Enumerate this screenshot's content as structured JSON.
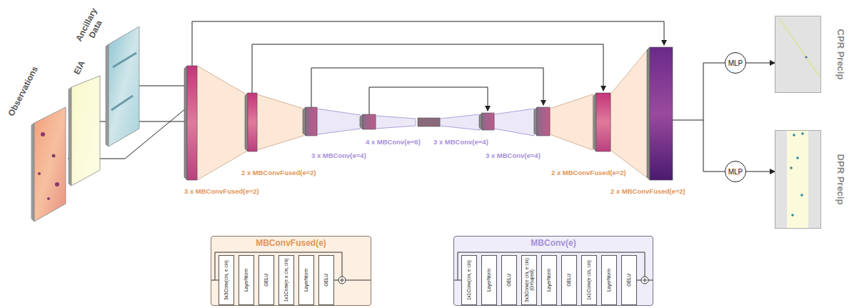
{
  "diagram": {
    "nodes": [
      {
        "text": [
          "Observations"
        ]
      },
      {
        "text": [
          "EIA"
        ]
      },
      {
        "text": [
          "Ancillary Data"
        ]
      },
      {
        "text": [
          "MLP"
        ]
      },
      {
        "text": [
          "CPR Precip"
        ]
      },
      {
        "text": [
          "MLP"
        ]
      },
      {
        "text": [
          "DPR Precip"
        ]
      },
      {
        "text": [
          "MBConvFused(e)"
        ]
      },
      {
        "text": [
          "3x3Conv(cin, e·cin)"
        ],
        "in": 7
      },
      {
        "text": [
          "LayerNorm"
        ],
        "in": 7
      },
      {
        "text": [
          "GELU"
        ],
        "in": 7
      },
      {
        "text": [
          "1x1Conv(e x cin, cin)"
        ],
        "in": 7
      },
      {
        "text": [
          "LayerNorm"
        ],
        "in": 7
      },
      {
        "text": [
          "GELU"
        ],
        "in": 7
      },
      {
        "text": [
          "MBConv(e)"
        ]
      },
      {
        "text": [
          "1x1Conv(cin, e·cin)"
        ],
        "in": 14
      },
      {
        "text": [
          "LayerNorm"
        ],
        "in": 14
      },
      {
        "text": [
          "GELU"
        ],
        "in": 14
      },
      {
        "text": [
          "3x3Conv(e·cin, e·cin) (Grouped)"
        ],
        "in": 14
      },
      {
        "text": [
          "LayerNorm"
        ],
        "in": 14
      },
      {
        "text": [
          "GELU"
        ],
        "in": 14
      },
      {
        "text": [
          "1x1Conv(e·cin, cin)"
        ],
        "in": 14
      },
      {
        "text": [
          "LayerNorm"
        ],
        "in": 14
      },
      {
        "text": [
          "GELU"
        ],
        "in": 14
      }
    ],
    "edges": [
      {
        "from": 3,
        "to": 4,
        "arrow": "to"
      },
      {
        "from": 5,
        "to": 6,
        "arrow": "to"
      }
    ],
    "labels": [
      "3 x MBConvFused(e=2)",
      "2 x MBConvFused(e=2)",
      "3 x MBConv(e=4)",
      "4 x MBConv(e=6)",
      "3 x MBConv(e=4)",
      "3 x MBConv(e=4)",
      "2 x MBConvFused(e=2)",
      "2 x MBConvFused(e=2)"
    ]
  }
}
